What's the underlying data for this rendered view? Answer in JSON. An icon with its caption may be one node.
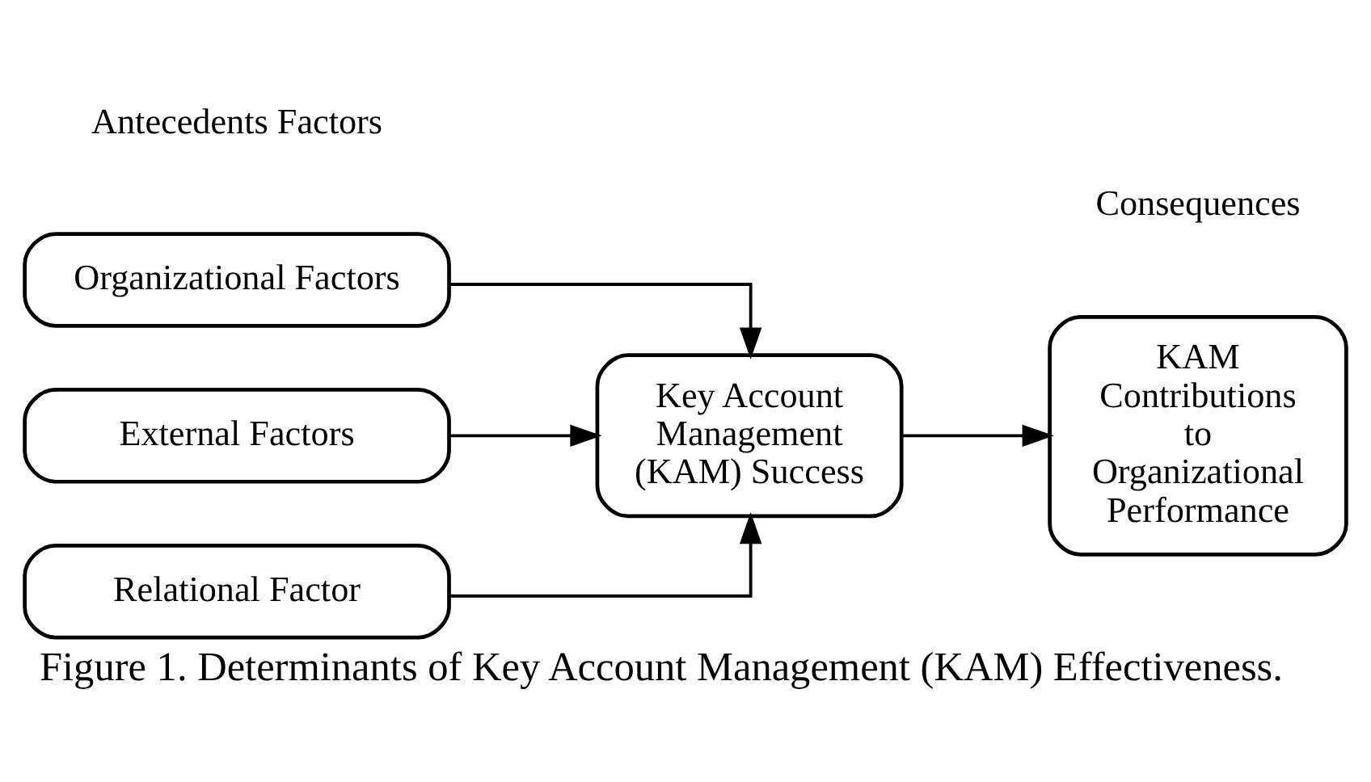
{
  "diagram": {
    "caption": "Figure 1. Determinants of Key Account Management (KAM) Effectiveness.",
    "nodes": [
      {
        "text": [
          "Organizational Factors"
        ]
      },
      {
        "text": [
          "External Factors"
        ]
      },
      {
        "text": [
          "Relational Factor"
        ]
      },
      {
        "text": [
          "Key Account Management (KAM) Success"
        ]
      },
      {
        "text": [
          "KAM Contributions to Organizational Performance"
        ]
      }
    ],
    "edges": [
      {
        "from": 0,
        "to": 3,
        "arrow": "to"
      },
      {
        "from": 1,
        "to": 3,
        "arrow": "to"
      },
      {
        "from": 2,
        "to": 3,
        "arrow": "to"
      },
      {
        "from": 3,
        "to": 4,
        "arrow": "to"
      }
    ],
    "labels": [
      "Antecedents Factors",
      "Consequences"
    ]
  }
}
